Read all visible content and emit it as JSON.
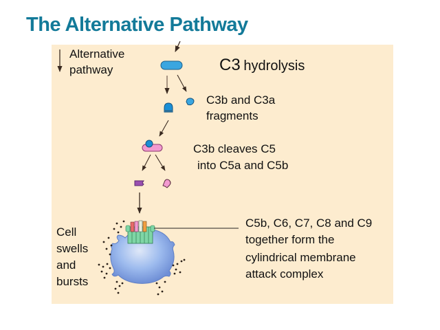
{
  "slide": {
    "title": "The Alternative Pathway"
  },
  "labels": {
    "alternative_pathway_line1": "Alternative",
    "alternative_pathway_line2": "pathway",
    "c3_hydrolysis_c3": "C3",
    "c3_hydrolysis_rest": "hydrolysis",
    "fragments_line1": "C3b and C3a",
    "fragments_line2": "fragments",
    "cleaves_line1": "C3b cleaves C5",
    "cleaves_line2": "into C5a and C5b",
    "mac_line1": "C5b, C6, C7, C8 and C9",
    "mac_line2": "together form the",
    "mac_line3": "cylindrical membrane",
    "mac_line4": "attack complex",
    "cell_line1": "Cell",
    "cell_line2": "swells",
    "cell_line3": "and",
    "cell_line4": "bursts"
  },
  "colors": {
    "title": "#137a99",
    "panel": "#fdeccf",
    "c3": "#3aa6e0",
    "c3b_dark": "#1a7fbf",
    "pink": "#f29ad0",
    "purple": "#9a4fb0",
    "green": "#6fcf9a",
    "cell": "#8fb2ea",
    "arrow": "#3a2a20"
  }
}
